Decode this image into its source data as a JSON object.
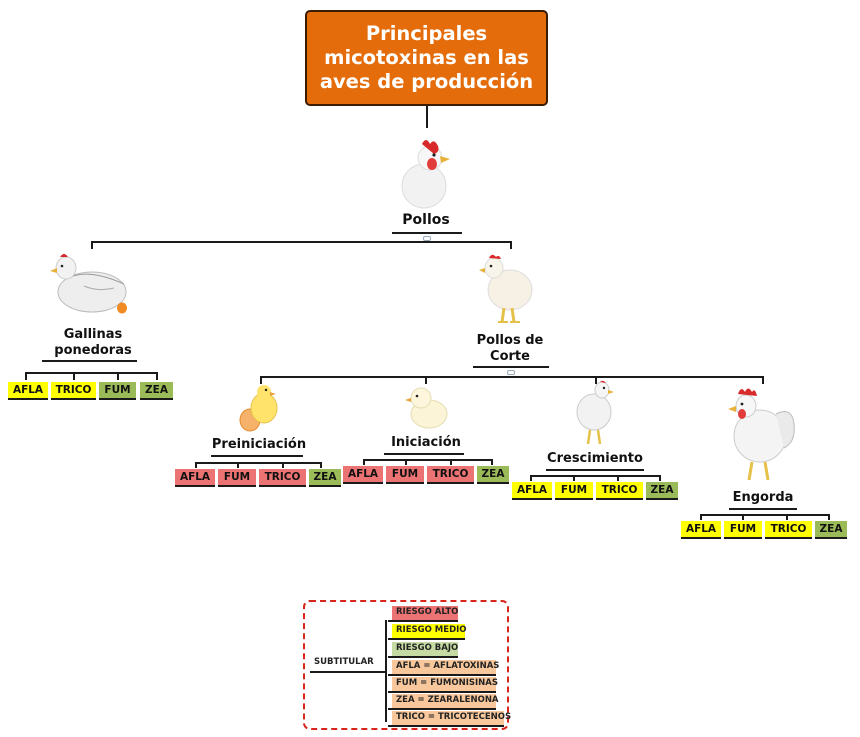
{
  "title": "Principales\nmicotoxinas en las\naves de producción",
  "nodes": {
    "pollos": "Pollos",
    "gallinas": "Gallinas\nponedoras",
    "pollos_corte": "Pollos de\nCorte",
    "preiniciacion": "Preiniciación",
    "iniciacion": "Iniciación",
    "crescimiento": "Crescimiento",
    "engorda": "Engorda"
  },
  "tags": {
    "gallinas": [
      "AFLA",
      "TRICO",
      "FUM",
      "ZEA"
    ],
    "preiniciacion": [
      "AFLA",
      "FUM",
      "TRICO",
      "ZEA"
    ],
    "iniciacion": [
      "AFLA",
      "FUM",
      "TRICO",
      "ZEA"
    ],
    "crescimiento": [
      "AFLA",
      "FUM",
      "TRICO",
      "ZEA"
    ],
    "engorda": [
      "AFLA",
      "FUM",
      "TRICO",
      "ZEA"
    ]
  },
  "colors": {
    "title_bg": "#e46c0a",
    "riesgo_alto": "#ec7373",
    "riesgo_medio": "#ffff00",
    "riesgo_bajo": "#9bbb59",
    "legend_def": "#f8c89c",
    "legend_border": "#d9261c"
  },
  "risk_levels": {
    "gallinas": [
      "medio",
      "medio",
      "bajo",
      "bajo"
    ],
    "preiniciacion": [
      "alto",
      "alto",
      "alto",
      "bajo"
    ],
    "iniciacion": [
      "alto",
      "alto",
      "alto",
      "bajo"
    ],
    "crescimiento": [
      "medio",
      "medio",
      "medio",
      "bajo"
    ],
    "engorda": [
      "medio",
      "medio",
      "medio",
      "bajo"
    ]
  },
  "legend": {
    "subtitular": "SUBTITULAR",
    "items": [
      "RIESGO ALTO",
      "RIESGO MEDIO",
      "RIESGO BAJO",
      "AFLA = AFLATOXINAS",
      "FUM = FUMONISINAS",
      "ZEA = ZEARALENONA",
      "TRICO = TRICOTECENOS"
    ]
  }
}
